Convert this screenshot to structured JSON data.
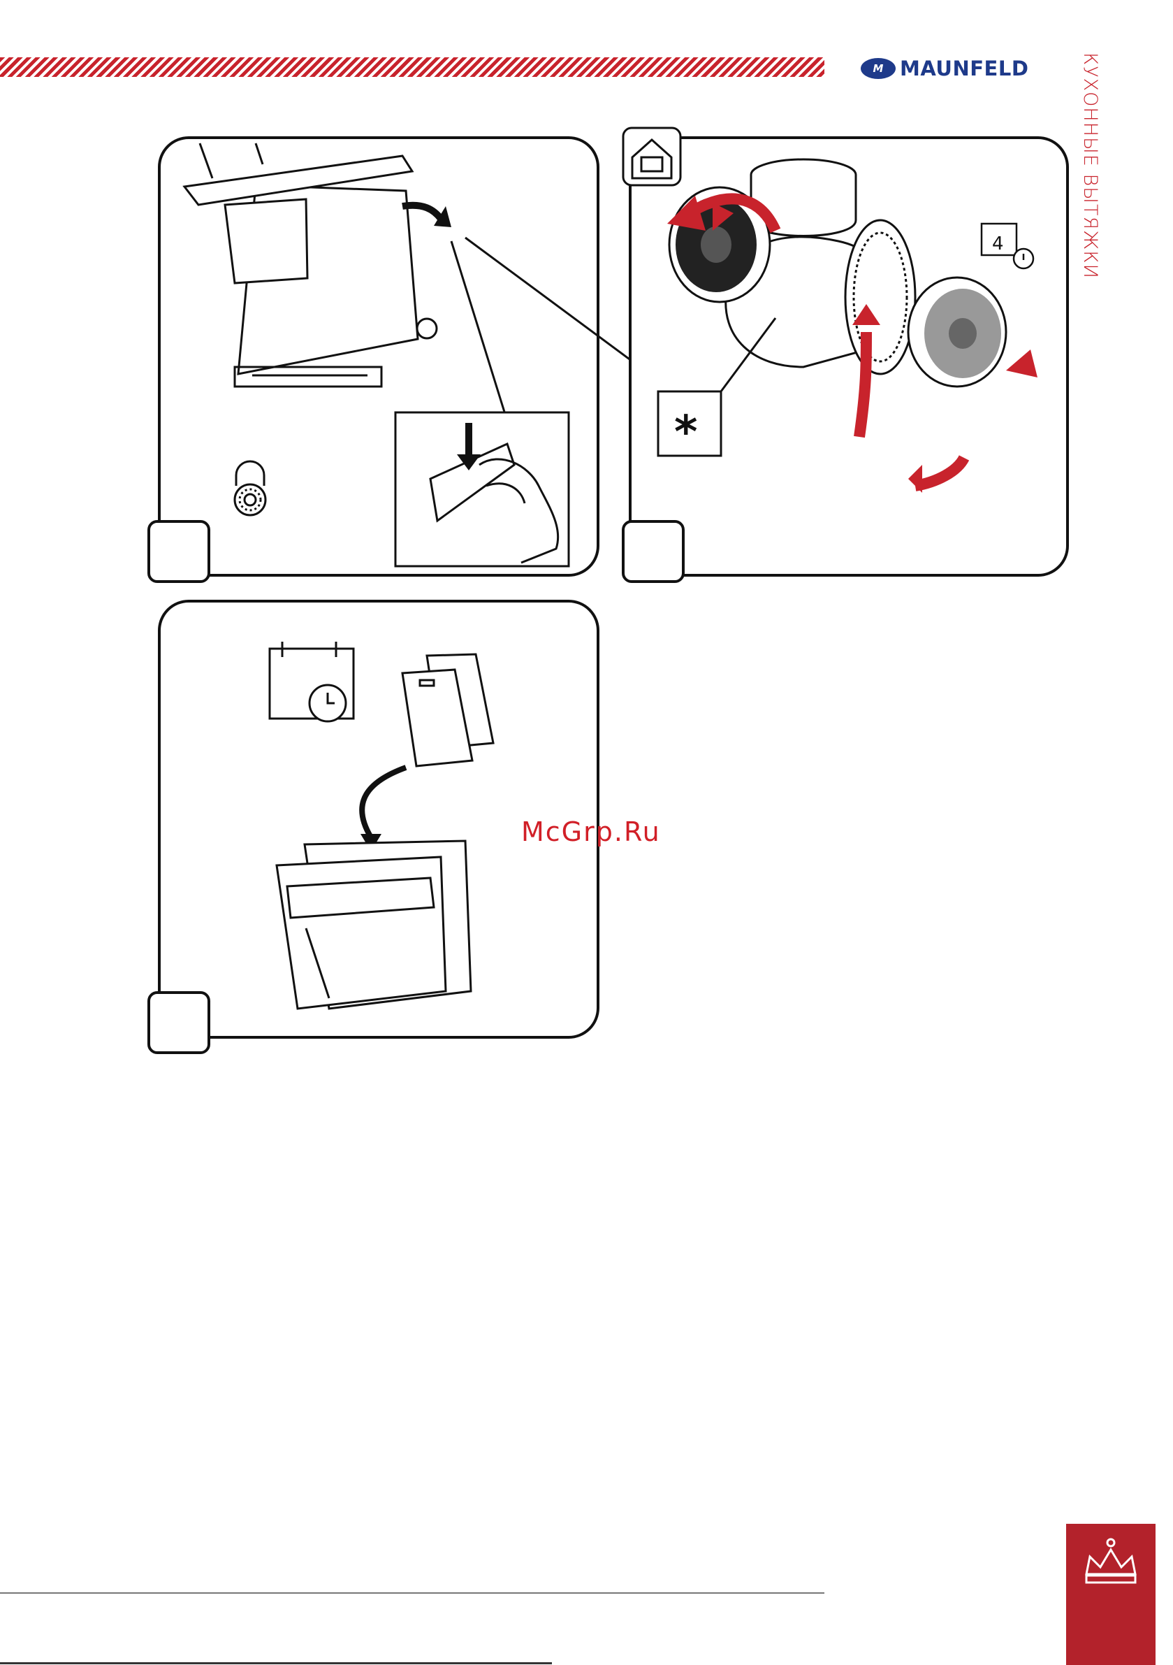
{
  "brand": {
    "name": "MAUNFELD",
    "mark_glyph": "M",
    "color": "#1e3a8a"
  },
  "side_title": "КУХОННЫЕ ВЫТЯЖКИ",
  "accent_color": "#c8232c",
  "watermark": "McGrp.Ru",
  "panels": [
    {
      "id": "panel-1",
      "step_label": ""
    },
    {
      "id": "panel-2",
      "step_label": ""
    },
    {
      "id": "panel-3",
      "step_label": ""
    }
  ],
  "icons": {
    "calendar_small_digit": "4",
    "asterisk": "*"
  }
}
